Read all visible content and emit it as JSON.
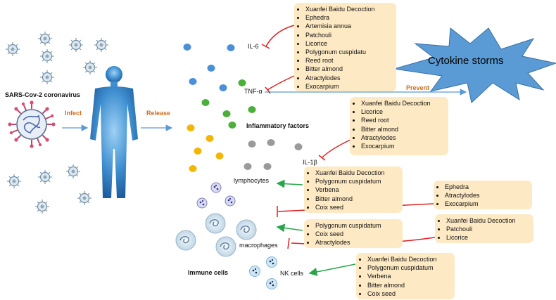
{
  "labels": {
    "virus": "SARS-Cov-2 coronavirus",
    "infect": "Infect",
    "release": "Release",
    "il6": "IL-6",
    "tnf": "TNF-α",
    "il1b": "IL-1β",
    "inflammatory": "Inflammatory factors",
    "prevent": "Prevent",
    "cytokine_storms": "Cytokine storms",
    "lymphocytes": "lymphocytes",
    "macrophages": "macrophages",
    "nk_cells": "NK cells",
    "immune_cells": "Immune cells"
  },
  "boxes": {
    "box1": [
      "Xuanfei Baidu Decoction",
      "Ephedra",
      "Artemisia annua",
      "Patchouli",
      "Licorice",
      "Polygonum cuspidatu",
      "Reed root",
      "Bitter almond",
      "Atractylodes",
      "Exocarpium"
    ],
    "box2": [
      "Xuanfei Baidu Decoction",
      "Licorice",
      "Reed root",
      "Bitter almond",
      "Atractylodes",
      "Exocarpium"
    ],
    "box3": [
      "Xuanfei Baidu Decoction",
      "Polygonum cuspidatum",
      "Verbena",
      "Bitter almond",
      "Coix seed"
    ],
    "box4": [
      "Ephedra",
      "Atractylodes",
      "Exocarpium"
    ],
    "box5": [
      "Polygonum cuspidatum",
      "Coix seed",
      "Atractylodes"
    ],
    "box6": [
      "Xuanfei Baidu Decoction",
      "Patchouli",
      "Licorice"
    ],
    "box7": [
      "Xuanfei Baidu Decoction",
      "Polygonum cuspidatum",
      "Verbena",
      "Bitter almond",
      "Coix seed"
    ]
  },
  "colors": {
    "box_fill": "#fde9c3",
    "arrow_blue": "#5b9bd5",
    "inhibit_red": "#e02020",
    "activate_green": "#2aa64a",
    "label_orange": "#d26a1a",
    "storm_fill": "#5b9bd5",
    "dot_blue": "#4a8fd8",
    "dot_green": "#4caf3c",
    "dot_yellow": "#f2b705",
    "dot_gray": "#9a9a9a",
    "body_blue": "#3f8fd0"
  }
}
